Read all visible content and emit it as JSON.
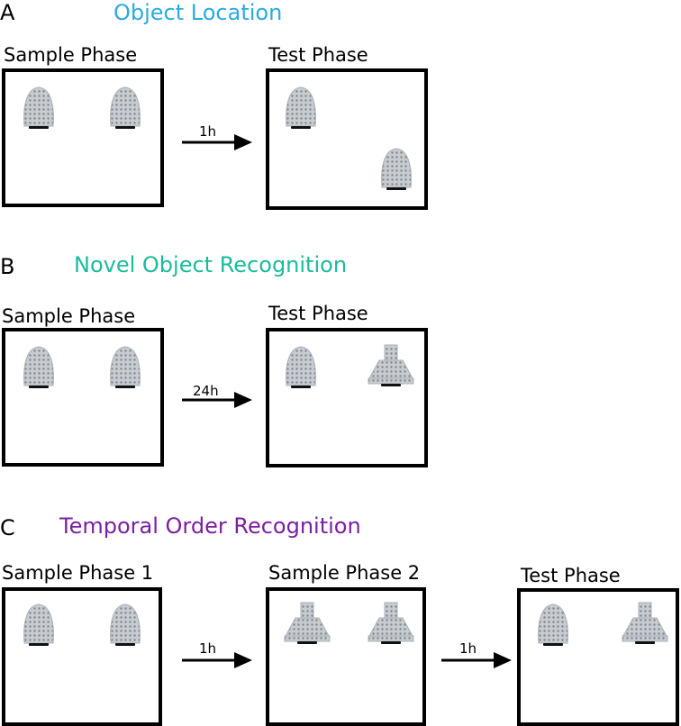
{
  "colors": {
    "A": "#29abe2",
    "B": "#1abc9c",
    "C": "#7b1fa2",
    "object_fill": "#c8ccd0",
    "object_dot": "#7d868f",
    "base": "#111111"
  },
  "panels": {
    "A": {
      "letter": "A",
      "title": "Object Location",
      "phases": [
        {
          "label": "Sample Phase",
          "objects": [
            "dome-icon",
            "dome-icon"
          ]
        },
        {
          "label": "Test Phase",
          "objects": [
            "dome-icon",
            "dome-icon"
          ]
        }
      ],
      "arrows": [
        {
          "label": "1h"
        }
      ]
    },
    "B": {
      "letter": "B",
      "title": "Novel Object Recognition",
      "phases": [
        {
          "label": "Sample Phase",
          "objects": [
            "dome-icon",
            "dome-icon"
          ]
        },
        {
          "label": "Test Phase",
          "objects": [
            "dome-icon",
            "tower-icon"
          ]
        }
      ],
      "arrows": [
        {
          "label": "24h"
        }
      ]
    },
    "C": {
      "letter": "C",
      "title": "Temporal Order Recognition",
      "phases": [
        {
          "label": "Sample Phase 1",
          "objects": [
            "dome-icon",
            "dome-icon"
          ]
        },
        {
          "label": "Sample Phase 2",
          "objects": [
            "tower-icon",
            "tower-icon"
          ]
        },
        {
          "label": "Test Phase",
          "objects": [
            "dome-icon",
            "tower-icon"
          ]
        }
      ],
      "arrows": [
        {
          "label": "1h"
        },
        {
          "label": "1h"
        }
      ]
    }
  }
}
